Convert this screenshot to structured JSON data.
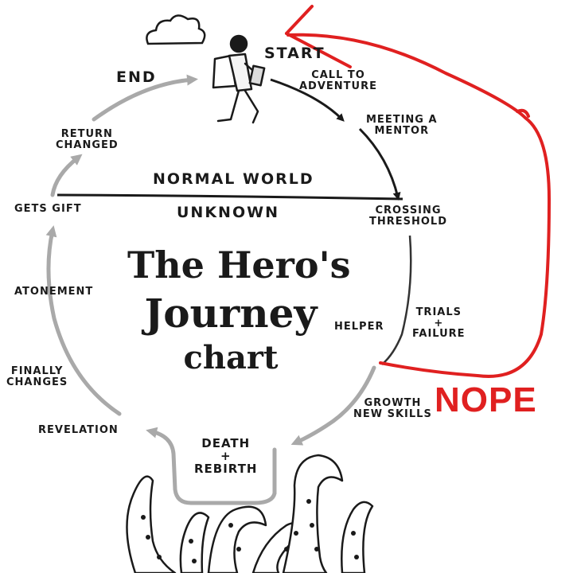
{
  "title": {
    "line1": "The Hero's",
    "line2": "Journey",
    "line3": "chart"
  },
  "worlds": {
    "normal": "Normal World",
    "unknown": "Unknown"
  },
  "stages": {
    "start": "Start",
    "call": [
      "Call to",
      "Adventure"
    ],
    "mentor": [
      "Meeting a",
      "Mentor"
    ],
    "crossing": [
      "Crossing",
      "Threshold"
    ],
    "trials": [
      "Trials",
      "+",
      "Failure"
    ],
    "helper": "Helper",
    "growth": [
      "Growth",
      "New Skills"
    ],
    "death": [
      "Death",
      "+",
      "Rebirth"
    ],
    "revelation": "Revelation",
    "finally": [
      "Finally",
      "Changes"
    ],
    "atonement": "Atonement",
    "gift": "Gets Gift",
    "return": [
      "Return",
      "Changed"
    ],
    "end": "End"
  },
  "annotation": {
    "text": "NOPE"
  },
  "colors": {
    "ink": "#1a1a1a",
    "arrow_gray": "#a9a9a9",
    "annotation_red": "#e02020"
  },
  "icons": [
    "cloud-icon",
    "hiker-icon",
    "tentacles-icon"
  ]
}
